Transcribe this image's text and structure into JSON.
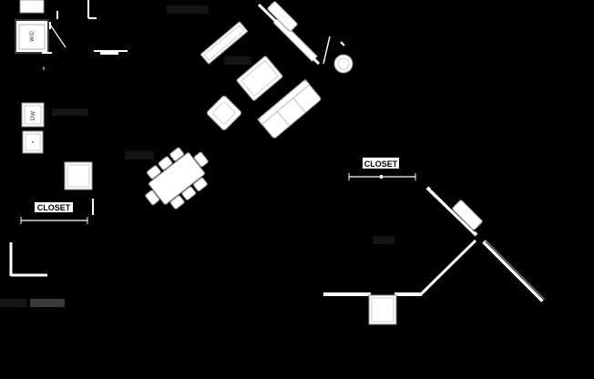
{
  "colors": {
    "background": "#000000",
    "wall": "#ffffff",
    "furniture_fill": "#ffffff",
    "furniture_stroke": "#9a9a9a",
    "label_text": "#000000",
    "label_box": "#ffffff",
    "dim_label": "#1a1a1a",
    "muted_label": "#3a3a3a"
  },
  "labels": {
    "closet_left": "CLOSET",
    "closet_right": "CLOSET",
    "washer_dryer": "W/D",
    "dishwasher": "DW"
  },
  "icons": [
    "door-swing-icon",
    "lamp-icon",
    "range-icon",
    "window-icon"
  ]
}
